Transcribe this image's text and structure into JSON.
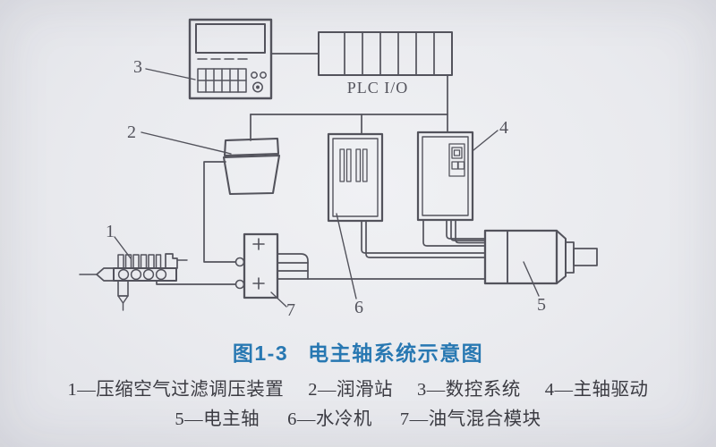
{
  "figure": {
    "caption_number": "图1-3",
    "caption_title": "电主轴系统示意图"
  },
  "plc_label": "PLC I/O",
  "labels": {
    "l1": "1",
    "l2": "2",
    "l3": "3",
    "l4": "4",
    "l5": "5",
    "l6": "6",
    "l7": "7"
  },
  "legend": {
    "items": [
      "1—压缩空气过滤调压装置",
      "2—润滑站",
      "3—数控系统",
      "4—主轴驱动",
      "5—电主轴",
      "6—水冷机",
      "7—油气混合模块"
    ]
  },
  "components": {
    "1": "压缩空气过滤调压装置",
    "2": "润滑站",
    "3": "数控系统",
    "4": "主轴驱动",
    "5": "电主轴",
    "6": "水冷机",
    "7": "油气混合模块"
  },
  "colors": {
    "ink": "#53535c",
    "paper": "#e9eaee",
    "caption": "#2878b2",
    "text": "#3b3b42"
  }
}
